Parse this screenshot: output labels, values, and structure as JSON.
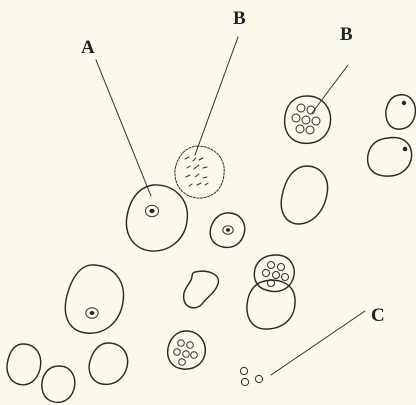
{
  "labels": {
    "A": "A",
    "B_center": "B",
    "B_right": "B",
    "C": "C"
  },
  "colors": {
    "background": "#fbf9ec",
    "ink": "#2a2a2a"
  }
}
